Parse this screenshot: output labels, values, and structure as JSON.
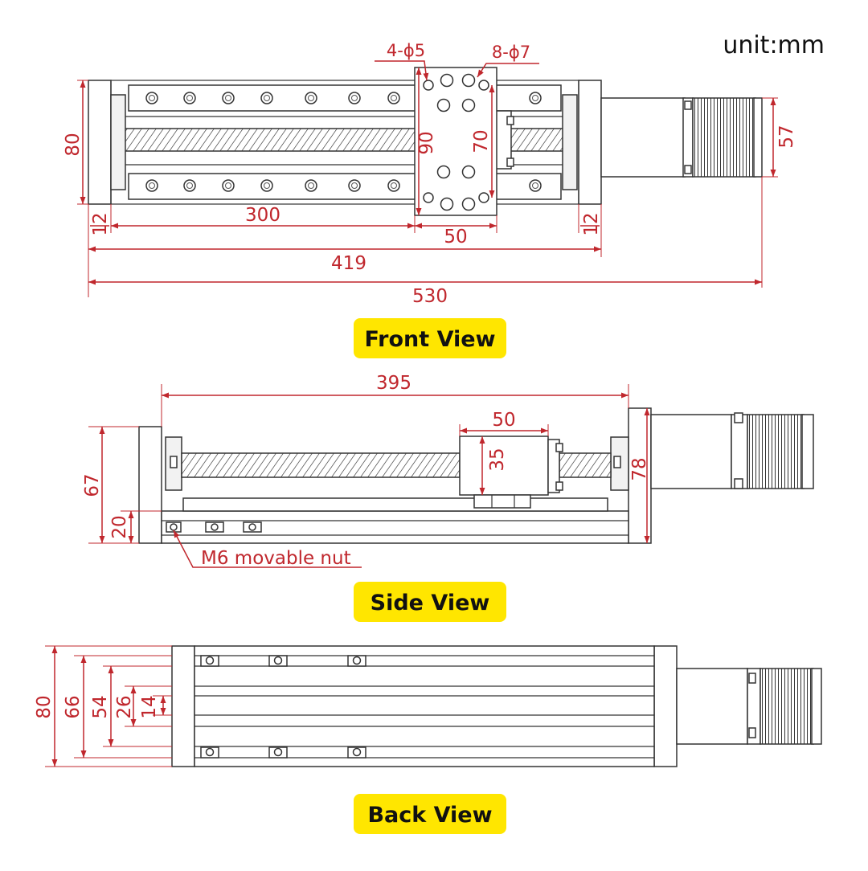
{
  "unit_label": "unit:mm",
  "front_view": {
    "title": "Front View",
    "dims": {
      "hole_small": "4-ϕ5",
      "hole_large": "8-ϕ7",
      "height": "80",
      "carriage_height": "90",
      "hole_spacing": "70",
      "motor_width": "57",
      "end_left": "12",
      "stroke": "300",
      "end_right": "12",
      "carriage_width": "50",
      "rail_length": "419",
      "total_length": "530"
    }
  },
  "side_view": {
    "title": "Side View",
    "dims": {
      "rail_length": "395",
      "carriage_width": "50",
      "carriage_height": "35",
      "height": "67",
      "base_height": "20",
      "end_height": "78"
    },
    "note": "M6 movable nut"
  },
  "back_view": {
    "title": "Back View",
    "dims": {
      "d80": "80",
      "d66": "66",
      "d54": "54",
      "d26": "26",
      "d14": "14"
    }
  },
  "colors": {
    "dimension": "#c0272d",
    "label_bg": "#ffe600",
    "outline": "#333333"
  }
}
